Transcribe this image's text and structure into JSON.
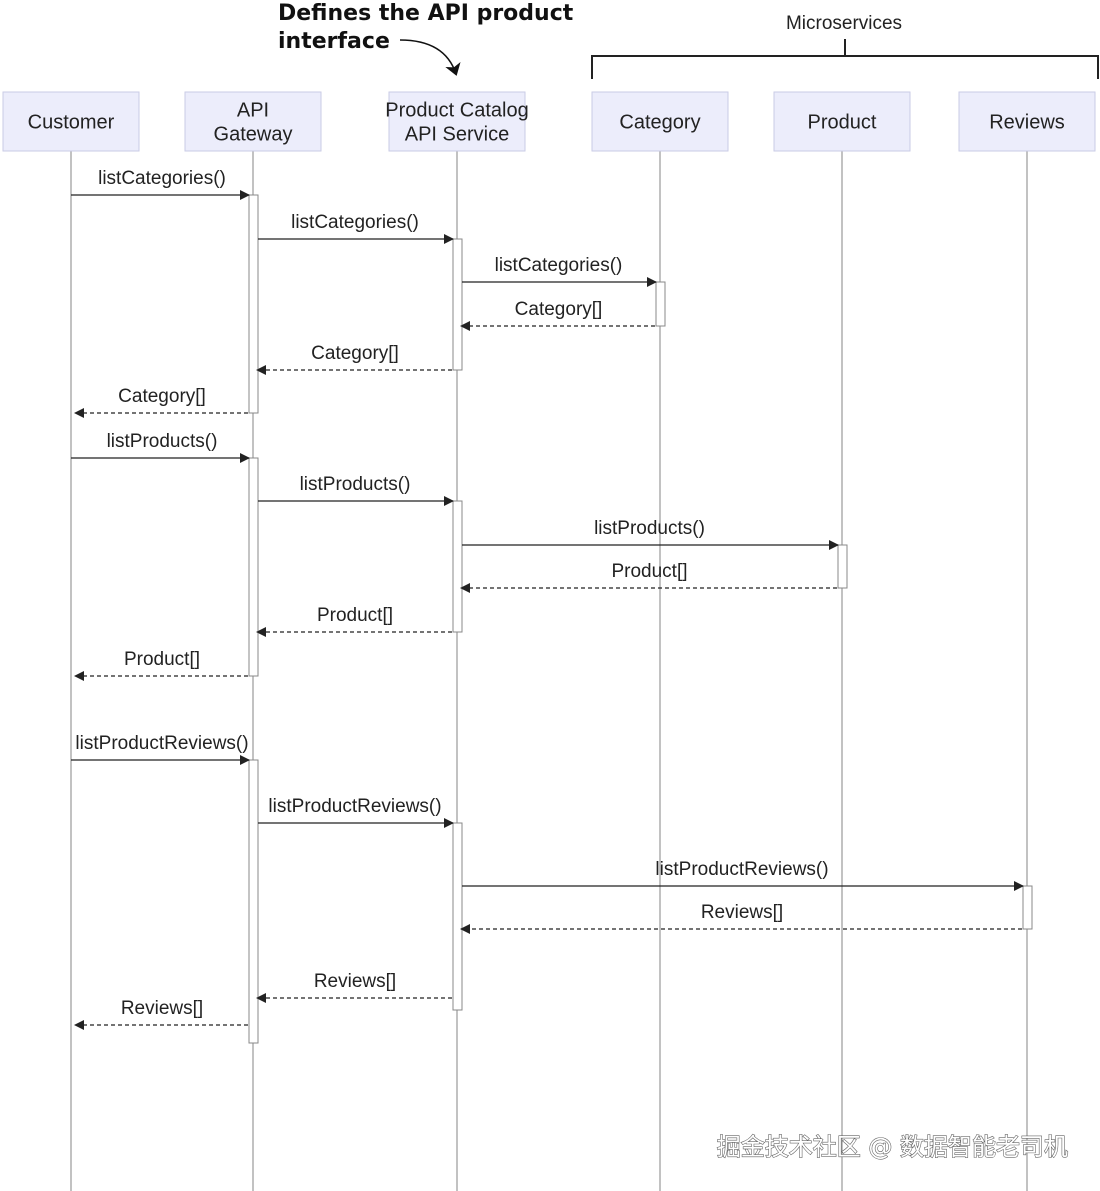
{
  "annotation": {
    "lines": [
      "Defines the API product",
      "interface"
    ]
  },
  "microservices_label": "Microservices",
  "participants": [
    {
      "id": "customer",
      "lines": [
        "Customer"
      ]
    },
    {
      "id": "gateway",
      "lines": [
        "API",
        "Gateway"
      ]
    },
    {
      "id": "catalog",
      "lines": [
        "Product Catalog",
        "API Service"
      ]
    },
    {
      "id": "category",
      "lines": [
        "Category"
      ]
    },
    {
      "id": "product",
      "lines": [
        "Product"
      ]
    },
    {
      "id": "reviews",
      "lines": [
        "Reviews"
      ]
    }
  ],
  "messages": [
    {
      "from": "customer",
      "to": "gateway",
      "label": "listCategories()",
      "style": "solid"
    },
    {
      "from": "gateway",
      "to": "catalog",
      "label": "listCategories()",
      "style": "solid"
    },
    {
      "from": "catalog",
      "to": "category",
      "label": "listCategories()",
      "style": "solid"
    },
    {
      "from": "category",
      "to": "catalog",
      "label": "Category[]",
      "style": "dashed"
    },
    {
      "from": "catalog",
      "to": "gateway",
      "label": "Category[]",
      "style": "dashed"
    },
    {
      "from": "gateway",
      "to": "customer",
      "label": "Category[]",
      "style": "dashed"
    },
    {
      "from": "customer",
      "to": "gateway",
      "label": "listProducts()",
      "style": "solid"
    },
    {
      "from": "gateway",
      "to": "catalog",
      "label": "listProducts()",
      "style": "solid"
    },
    {
      "from": "catalog",
      "to": "product",
      "label": "listProducts()",
      "style": "solid"
    },
    {
      "from": "product",
      "to": "catalog",
      "label": "Product[]",
      "style": "dashed"
    },
    {
      "from": "catalog",
      "to": "gateway",
      "label": "Product[]",
      "style": "dashed"
    },
    {
      "from": "gateway",
      "to": "customer",
      "label": "Product[]",
      "style": "dashed"
    },
    {
      "from": "customer",
      "to": "gateway",
      "label": "listProductReviews()",
      "style": "solid"
    },
    {
      "from": "gateway",
      "to": "catalog",
      "label": "listProductReviews()",
      "style": "solid"
    },
    {
      "from": "catalog",
      "to": "reviews",
      "label": "listProductReviews()",
      "style": "solid"
    },
    {
      "from": "reviews",
      "to": "catalog",
      "label": "Reviews[]",
      "style": "dashed"
    },
    {
      "from": "catalog",
      "to": "gateway",
      "label": "Reviews[]",
      "style": "dashed"
    },
    {
      "from": "gateway",
      "to": "customer",
      "label": "Reviews[]",
      "style": "dashed"
    }
  ],
  "watermark": "掘金技术社区 @ 数据智能老司机",
  "colors": {
    "box_fill": "#ecedfb",
    "box_stroke": "#c9cbe6",
    "line": "#222222",
    "lifeline": "#999999"
  }
}
